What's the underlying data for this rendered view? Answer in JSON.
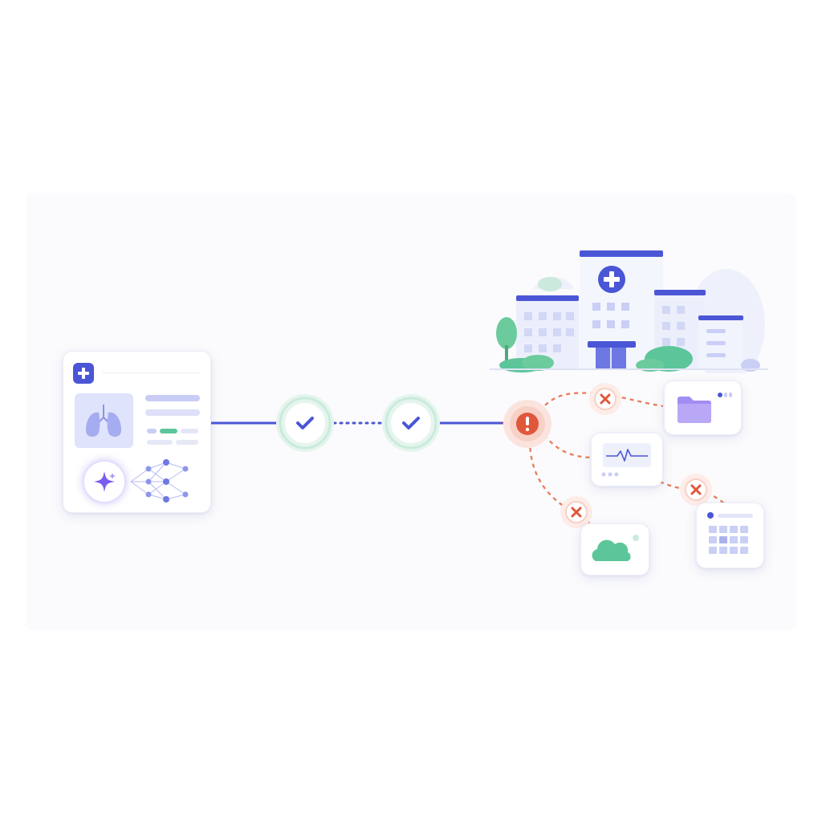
{
  "colors": {
    "primary": "#4a56d6",
    "primary_light": "#aeb4f0",
    "success": "#5cc69a",
    "alert": "#e0573b",
    "alert_dash": "#e8805f",
    "building": "#e9ecfb",
    "building_roof": "#4a56d6",
    "tree": "#5cc69a",
    "ai_purple": "#7b5cf0"
  },
  "diagram": {
    "source_card": {
      "badge_icon": "medical-cross-icon",
      "image_icon": "lungs-icon",
      "ai_icon": "sparkle-icon",
      "network_icon": "neural-network-icon"
    },
    "checkpoints": [
      {
        "status": "ok",
        "icon": "check-icon"
      },
      {
        "status": "ok",
        "icon": "check-icon"
      }
    ],
    "alert_node": {
      "status": "error",
      "icon": "exclamation-icon"
    },
    "destination": {
      "icon": "hospital-building-icon"
    },
    "failed_targets": [
      {
        "icon": "folder-icon",
        "status": "blocked"
      },
      {
        "icon": "heart-monitor-icon",
        "status": "reached"
      },
      {
        "icon": "cloud-icon",
        "status": "blocked"
      },
      {
        "icon": "calendar-icon",
        "status": "blocked"
      }
    ]
  }
}
